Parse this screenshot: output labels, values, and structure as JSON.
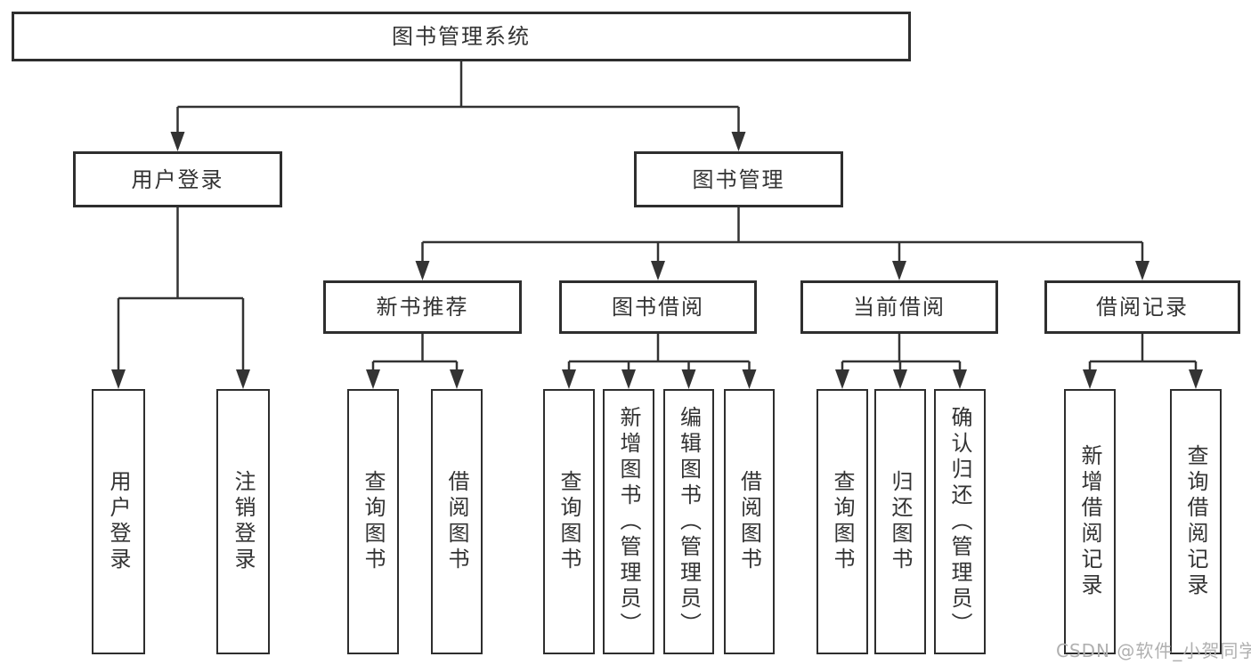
{
  "diagram": {
    "root": {
      "label": "图书管理系统"
    },
    "level2": [
      {
        "label": "用户登录"
      },
      {
        "label": "图书管理"
      }
    ],
    "level3": [
      {
        "label": "新书推荐"
      },
      {
        "label": "图书借阅"
      },
      {
        "label": "当前借阅"
      },
      {
        "label": "借阅记录"
      }
    ],
    "leaves": {
      "user_login": [
        {
          "label": "用户登录"
        },
        {
          "label": "注销登录"
        }
      ],
      "new_books": [
        {
          "label": "查询图书"
        },
        {
          "label": "借阅图书"
        }
      ],
      "book_borrow": [
        {
          "label": "查询图书"
        },
        {
          "label": "新增图书（管理员）"
        },
        {
          "label": "编辑图书（管理员）"
        },
        {
          "label": "借阅图书"
        }
      ],
      "current_borrow": [
        {
          "label": "查询图书"
        },
        {
          "label": "归还图书"
        },
        {
          "label": "确认归还（管理员）"
        }
      ],
      "borrow_records": [
        {
          "label": "新增借阅记录"
        },
        {
          "label": "查询借阅记录"
        }
      ]
    },
    "watermark": "CSDN @软件_小贺同学",
    "colors": {
      "line": "#333333",
      "text": "#333333",
      "box_background": "#ffffff",
      "watermark": "#b0b0b0"
    }
  }
}
